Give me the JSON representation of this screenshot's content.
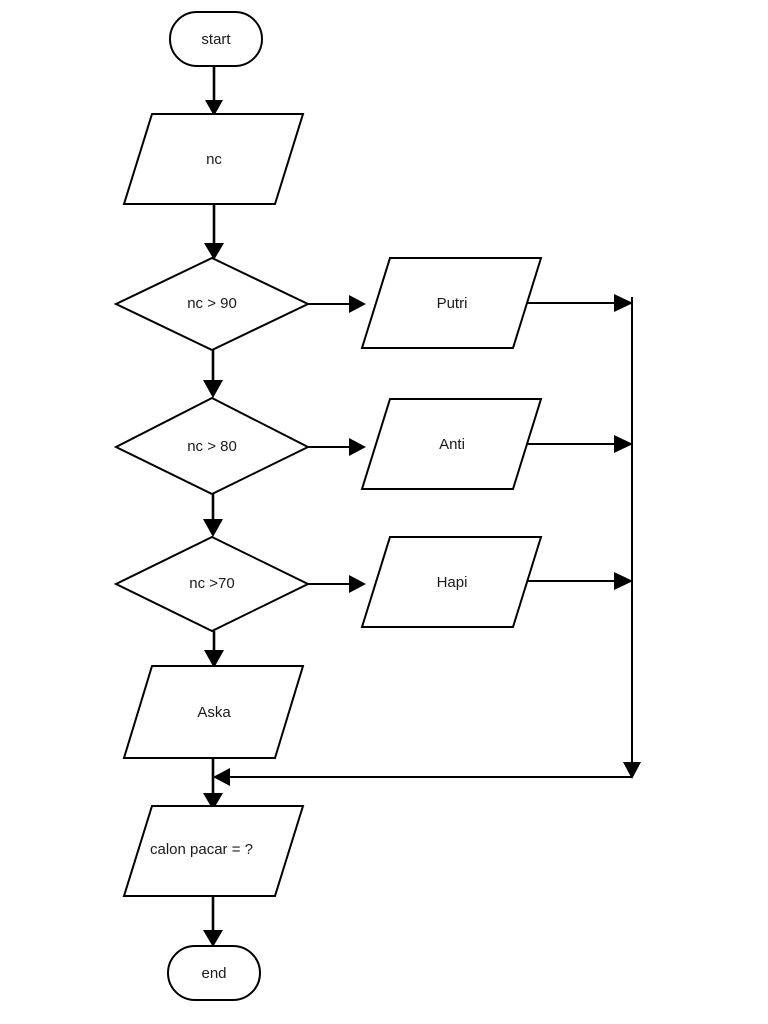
{
  "diagram": {
    "title": "Flowchart: calon pacar selection by nc score",
    "background_color": "#ffffff",
    "stroke_color": "#000000",
    "text_color": "#1a1a1a",
    "nodes": [
      {
        "id": "start",
        "type": "terminator",
        "label": "start"
      },
      {
        "id": "nc",
        "type": "parallelogram",
        "label": "nc"
      },
      {
        "id": "d90",
        "type": "decision",
        "label": "nc > 90"
      },
      {
        "id": "d80",
        "type": "decision",
        "label": "nc > 80"
      },
      {
        "id": "d70",
        "type": "decision",
        "label": "nc >70"
      },
      {
        "id": "putri",
        "type": "parallelogram",
        "label": "Putri"
      },
      {
        "id": "anti",
        "type": "parallelogram",
        "label": "Anti"
      },
      {
        "id": "hapi",
        "type": "parallelogram",
        "label": "Hapi"
      },
      {
        "id": "aska",
        "type": "parallelogram",
        "label": "Aska"
      },
      {
        "id": "result",
        "type": "parallelogram",
        "label": "calon pacar = ?"
      },
      {
        "id": "end",
        "type": "terminator",
        "label": "end"
      }
    ],
    "edges": [
      {
        "from": "start",
        "to": "nc",
        "label": ""
      },
      {
        "from": "nc",
        "to": "d90",
        "label": ""
      },
      {
        "from": "d90",
        "to": "putri",
        "label": ""
      },
      {
        "from": "d90",
        "to": "d80",
        "label": ""
      },
      {
        "from": "d80",
        "to": "anti",
        "label": ""
      },
      {
        "from": "d80",
        "to": "d70",
        "label": ""
      },
      {
        "from": "d70",
        "to": "hapi",
        "label": ""
      },
      {
        "from": "d70",
        "to": "aska",
        "label": ""
      },
      {
        "from": "putri",
        "to": "merge",
        "label": ""
      },
      {
        "from": "anti",
        "to": "merge",
        "label": ""
      },
      {
        "from": "hapi",
        "to": "merge",
        "label": ""
      },
      {
        "from": "aska",
        "to": "result",
        "label": ""
      },
      {
        "from": "merge",
        "to": "result",
        "label": ""
      },
      {
        "from": "result",
        "to": "end",
        "label": ""
      }
    ]
  }
}
